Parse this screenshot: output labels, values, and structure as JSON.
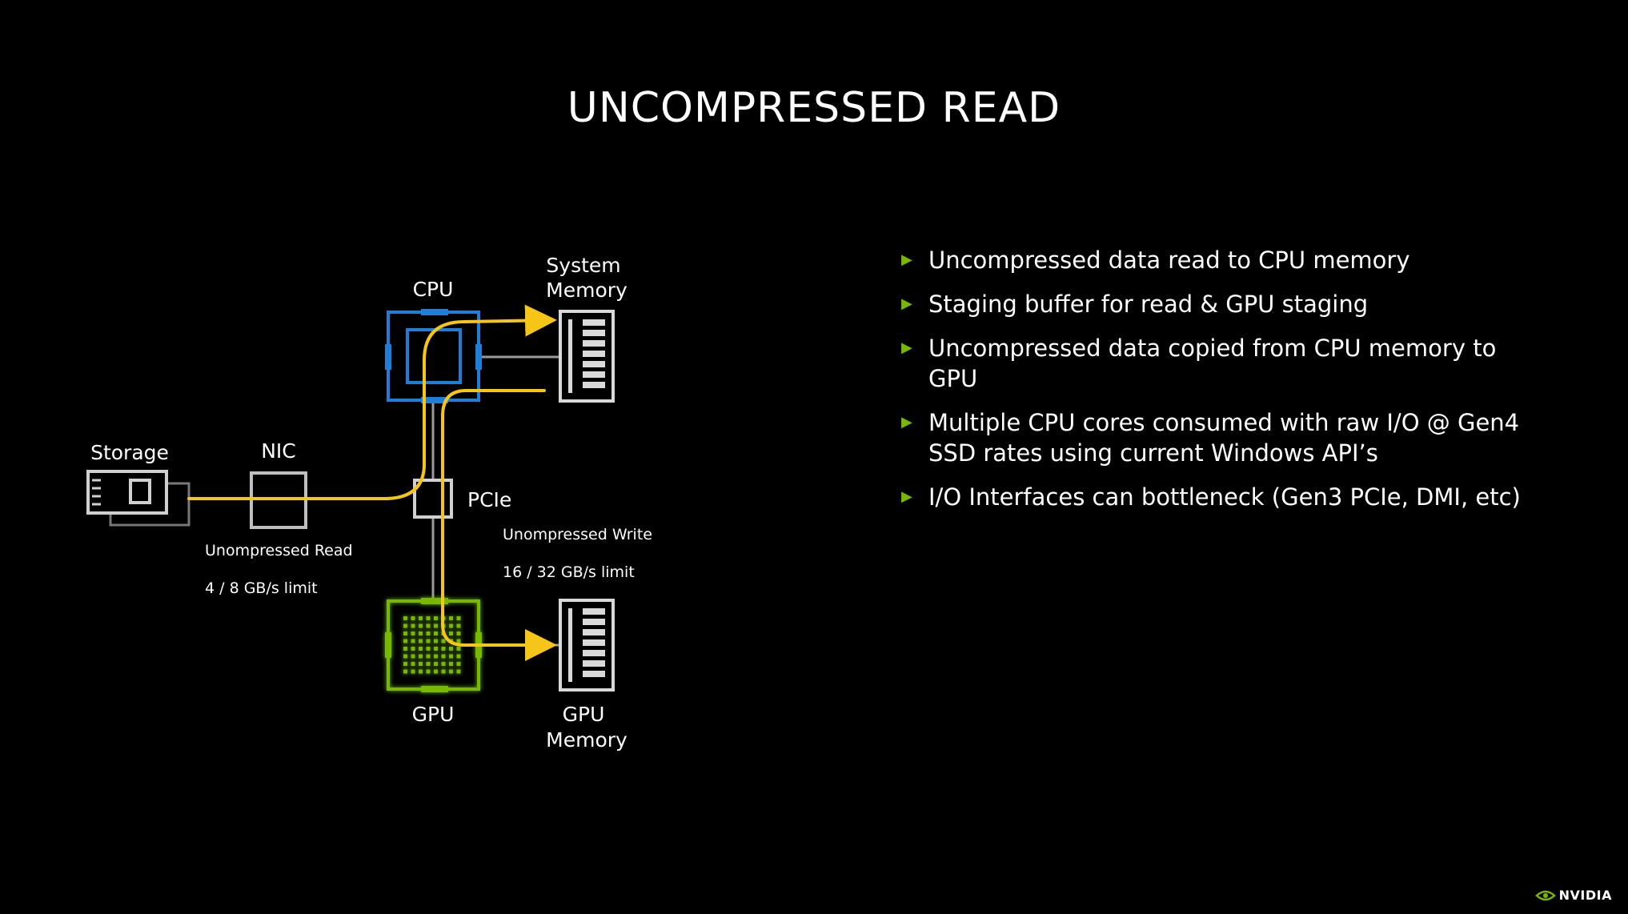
{
  "slide": {
    "title": "UNCOMPRESSED READ"
  },
  "diagram": {
    "labels": {
      "cpu": "CPU",
      "system_memory": [
        "System",
        "Memory"
      ],
      "storage": "Storage",
      "nic": "NIC",
      "pcie": "PCIe",
      "gpu": "GPU",
      "gpu_memory": [
        "GPU",
        "Memory"
      ],
      "read_title": "Unompressed Read",
      "read_limit": "4 / 8 GB/s limit",
      "write_title": "Unompressed Write",
      "write_limit": "16 / 32 GB/s limit"
    },
    "colors": {
      "flow": "#f5c518",
      "cpu": "#1f7fd8",
      "gpu": "#76b900",
      "box": "#bfbfbf",
      "memory": "#d9d9d9"
    }
  },
  "bullets": [
    "Uncompressed data read to CPU memory",
    "Staging buffer for read & GPU staging",
    "Uncompressed data copied from CPU memory to GPU",
    "Multiple CPU cores consumed with raw I/O @ Gen4 SSD rates using current Windows API’s",
    "I/O Interfaces can bottleneck (Gen3 PCIe, DMI, etc)"
  ],
  "branding": {
    "logo_text": "NVIDIA",
    "accent": "#76b900",
    "bullet_icon": "triangle-right-icon"
  }
}
